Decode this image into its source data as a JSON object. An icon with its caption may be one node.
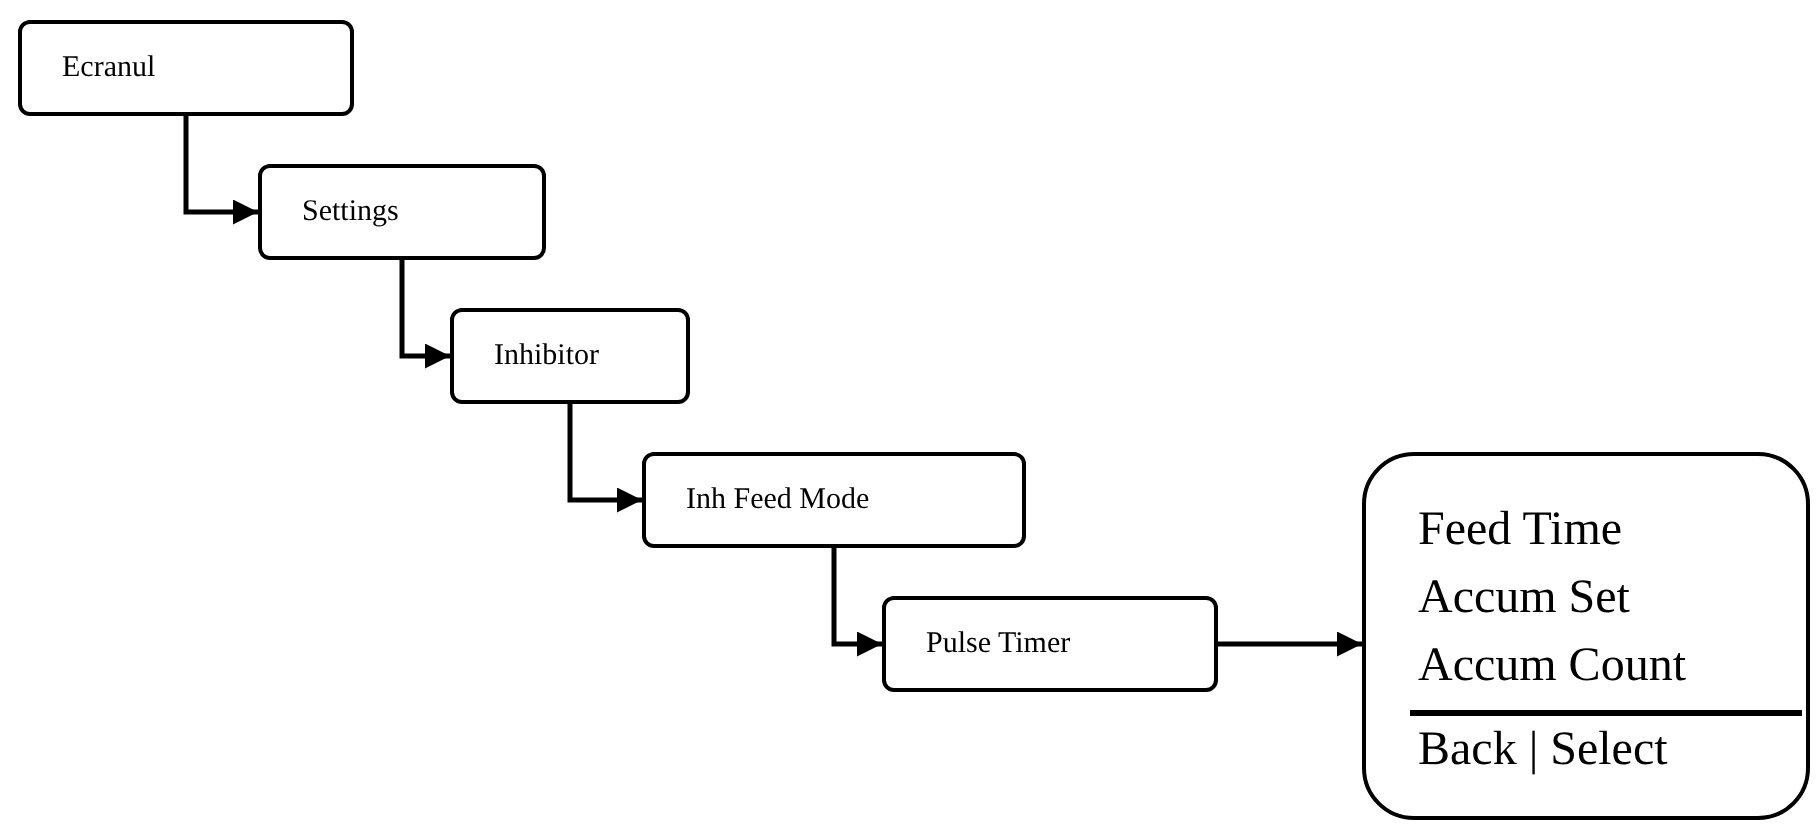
{
  "diagram": {
    "nodes": [
      {
        "text": [
          "Ecranul"
        ]
      },
      {
        "text": [
          "Settings"
        ]
      },
      {
        "text": [
          "Inhibitor"
        ]
      },
      {
        "text": [
          "Inh Feed Mode"
        ]
      },
      {
        "text": [
          "Pulse Timer"
        ]
      },
      {
        "text": [
          "Feed Time",
          "Accum Set",
          "Accum Count",
          "Back | Select"
        ]
      }
    ],
    "edges": [
      {
        "from": 0,
        "to": 1,
        "arrow": "to"
      },
      {
        "from": 1,
        "to": 2,
        "arrow": "to"
      },
      {
        "from": 2,
        "to": 3,
        "arrow": "to"
      },
      {
        "from": 3,
        "to": 4,
        "arrow": "to"
      },
      {
        "from": 4,
        "to": 5,
        "arrow": "to"
      }
    ]
  }
}
